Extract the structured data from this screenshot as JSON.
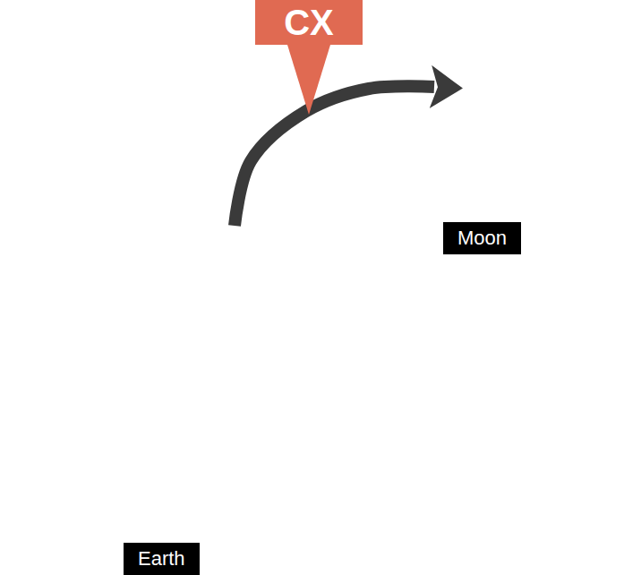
{
  "diagram": {
    "nodes": [
      {
        "text": [
          "Earth"
        ]
      },
      {
        "text": [
          "Moon"
        ]
      }
    ],
    "edges": [
      {
        "from": 0,
        "to": 1,
        "arrow": "to",
        "label": "CX"
      }
    ]
  }
}
